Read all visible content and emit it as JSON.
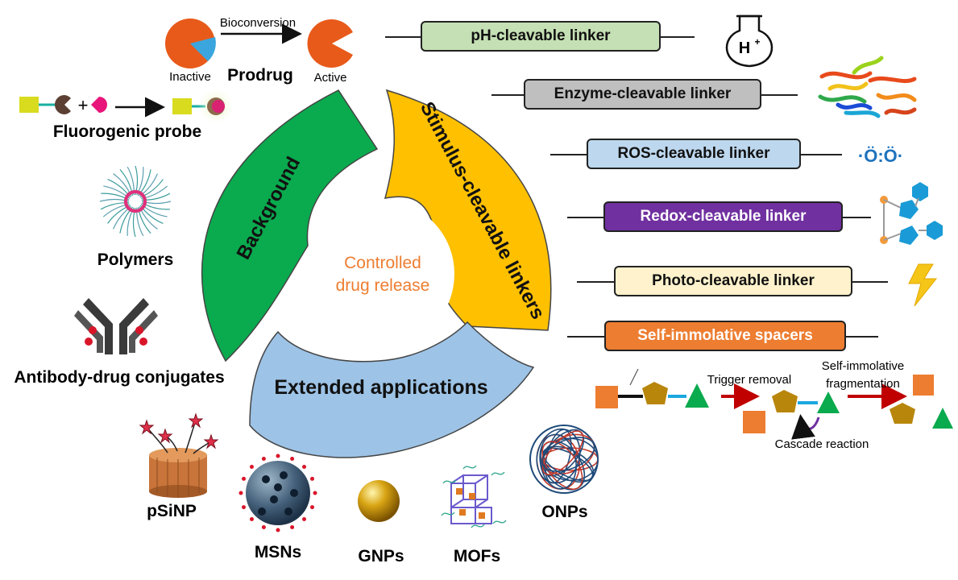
{
  "center": {
    "line1": "Controlled",
    "line2": "drug release",
    "color": "#ED7D31"
  },
  "segments": {
    "background": {
      "label": "Background",
      "color": "#0AAA4E"
    },
    "stimulus": {
      "label": "Stimulus-cleavable linkers",
      "color": "#FFC000"
    },
    "extended": {
      "label": "Extended applications",
      "color": "#9DC3E6"
    }
  },
  "prodrug": {
    "title": "Prodrug",
    "arrow_label": "Bioconversion",
    "inactive": "Inactive",
    "active": "Active"
  },
  "fluorogenic": {
    "label": "Fluorogenic probe",
    "plus": "+"
  },
  "polymers": {
    "label": "Polymers"
  },
  "adc": {
    "label": "Antibody-drug conjugates"
  },
  "nanoparticles": {
    "psinp": "pSiNP",
    "msns": "MSNs",
    "gnps": "GNPs",
    "mofs": "MOFs",
    "onps": "ONPs"
  },
  "linkers": [
    {
      "label": "pH-cleavable linker",
      "bg": "#C5E0B4",
      "fg": "#111111"
    },
    {
      "label": "Enzyme-cleavable linker",
      "bg": "#BFBFBF",
      "fg": "#111111"
    },
    {
      "label": "ROS-cleavable linker",
      "bg": "#BDD7EE",
      "fg": "#111111"
    },
    {
      "label": "Redox-cleavable linker",
      "bg": "#7030A0",
      "fg": "#FFFFFF"
    },
    {
      "label": "Photo-cleavable linker",
      "bg": "#FFF2CC",
      "fg": "#111111"
    },
    {
      "label": "Self-immolative spacers",
      "bg": "#ED7D31",
      "fg": "#FFFFFF"
    }
  ],
  "ph_icon": {
    "label": "H",
    "sup": "+"
  },
  "ros_icon": {
    "label": "·Ö:Ö·"
  },
  "self_immolative": {
    "trigger": "Trigger removal",
    "fragmentation_line1": "Self-immolative",
    "fragmentation_line2": "fragmentation",
    "cascade": "Cascade reaction"
  }
}
